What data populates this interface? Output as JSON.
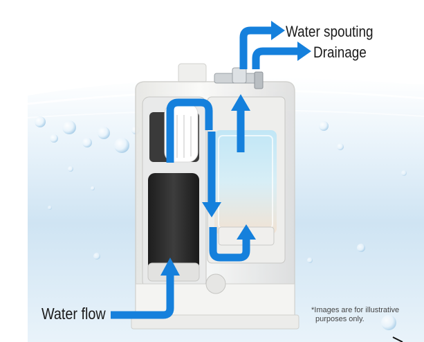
{
  "labels": {
    "water_spouting": "Water spouting",
    "drainage": "Drainage",
    "water_flow": "Water flow"
  },
  "disclaimer": {
    "line1": "*Images are for illustrative",
    "line2": "purposes only."
  },
  "colors": {
    "arrow": "#1580dc",
    "water_light": "#d9ecf8",
    "housing": "#f3f3f1",
    "filter_dark": "#2b2b2b",
    "cell_glow": "#bfe3f5"
  },
  "icons": {
    "flow_arrows": "blue-flow-arrow-icon"
  }
}
